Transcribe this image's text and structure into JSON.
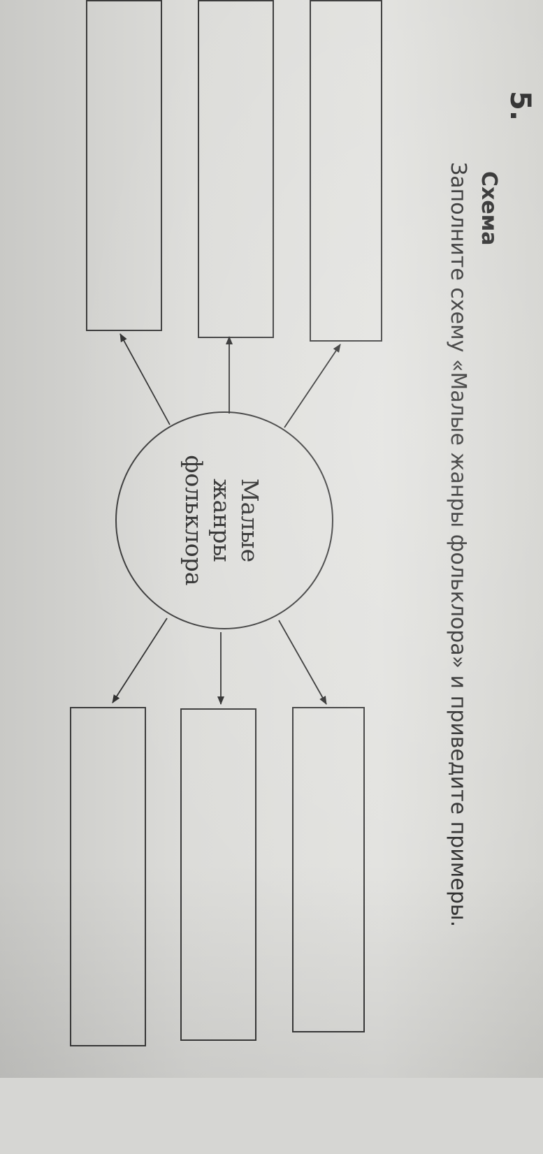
{
  "task": {
    "number": "5.",
    "title": "Схема",
    "instruction": "Заполните схему «Малые жанры фольклора» и приведите примеры."
  },
  "diagram": {
    "center_lines": [
      "Малые",
      "жанры",
      "фольклора"
    ],
    "answer_boxes": [
      {
        "id": "box-top-1",
        "text": ""
      },
      {
        "id": "box-top-2",
        "text": ""
      },
      {
        "id": "box-top-3",
        "text": ""
      },
      {
        "id": "box-bottom-1",
        "text": ""
      },
      {
        "id": "box-bottom-2",
        "text": ""
      },
      {
        "id": "box-bottom-3",
        "text": ""
      }
    ]
  }
}
